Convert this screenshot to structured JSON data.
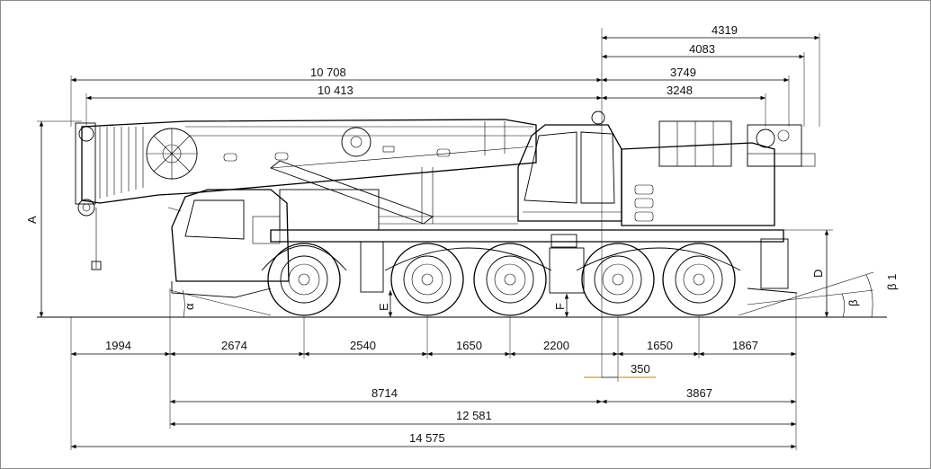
{
  "dimensions": {
    "rear_overhang_4319": "4319",
    "rear_overhang_4083": "4083",
    "rear_overhang_3749": "3749",
    "rear_overhang_3248": "3248",
    "boom_length_10708": "10 708",
    "boom_length_10413": "10 413",
    "front_overhang": "1994",
    "wheelbase_1": "2674",
    "wheelbase_2": "2540",
    "wheelbase_3": "1650",
    "wheelbase_4": "2200",
    "wheelbase_5": "1650",
    "rear_end": "1867",
    "offset_350": "350",
    "front_to_slew": "8714",
    "slew_to_rear": "3867",
    "chassis_length": "12 581",
    "overall_length": "14 575"
  },
  "letters": {
    "height_A": "A",
    "height_D": "D",
    "ground_E": "E",
    "ground_F": "F",
    "angle_alpha": "α",
    "angle_beta": "β",
    "angle_beta1": "β 1"
  }
}
